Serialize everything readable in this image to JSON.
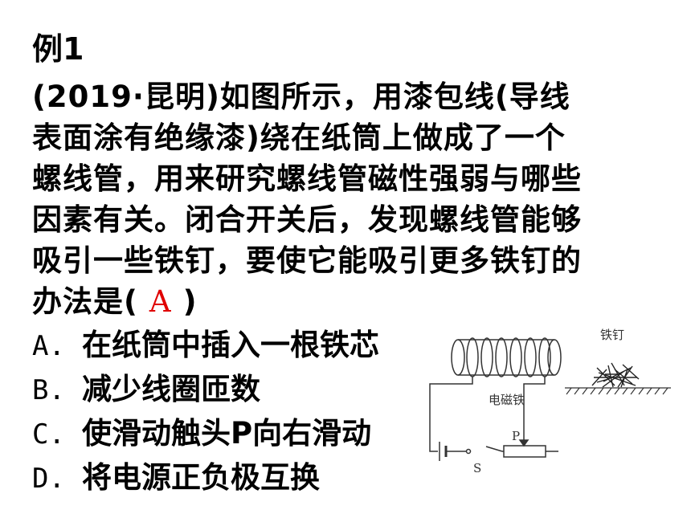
{
  "title": "例1",
  "question": {
    "lines": [
      "(2019·昆明)如图所示，用漆包线(导线",
      "表面涂有绝缘漆)绕在纸筒上做成了一个",
      "螺线管，用来研究螺线管磁性强弱与哪些",
      "因素有关。闭合开关后，发现螺线管能够",
      "吸引一些铁钉，要使它能吸引更多铁钉的"
    ],
    "last_line_prefix": "办法是(",
    "answer": "A",
    "last_line_suffix": ")"
  },
  "options": [
    {
      "letter": "A.",
      "text": "在纸筒中插入一根铁芯"
    },
    {
      "letter": "B.",
      "text": "减少线圈匝数"
    },
    {
      "letter": "C.",
      "text": "使滑动触头P向右滑动"
    },
    {
      "letter": "D.",
      "text": "将电源正负极互换"
    }
  ],
  "figure": {
    "nails_label": "铁钉",
    "magnet_label": "电磁铁",
    "slider_label": "P",
    "switch_label": "S"
  }
}
